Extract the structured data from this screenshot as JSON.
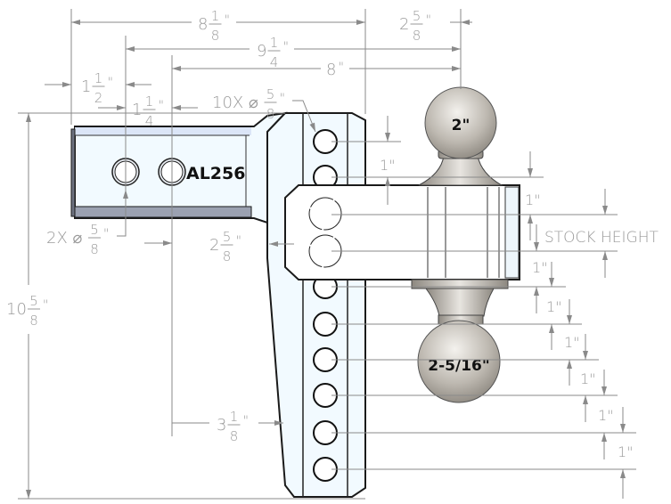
{
  "part_label": "AL256",
  "balls": {
    "top": "2\"",
    "bottom": "2-5/16\""
  },
  "stock_height_label": "STOCK HEIGHT",
  "dims": {
    "overall_length": {
      "whole": "8",
      "num": "1",
      "den": "8",
      "unit": "\""
    },
    "ball_offset": {
      "whole": "2",
      "num": "5",
      "den": "8",
      "unit": "\""
    },
    "hole1_to_ball": {
      "whole": "9",
      "num": "1",
      "den": "4",
      "unit": "\""
    },
    "hole2_to_ball": {
      "whole": "8",
      "num": "",
      "den": "",
      "unit": "\""
    },
    "end_to_hole1": {
      "whole": "1",
      "num": "1",
      "den": "2",
      "unit": "\""
    },
    "hole_spacing": {
      "whole": "1",
      "num": "1",
      "den": "4",
      "unit": "\""
    },
    "hole2_to_upright": {
      "whole": "2",
      "num": "5",
      "den": "8",
      "unit": "\""
    },
    "hole2_to_bottom": {
      "whole": "3",
      "num": "1",
      "den": "8",
      "unit": "\""
    },
    "overall_height": {
      "whole": "10",
      "num": "5",
      "den": "8",
      "unit": "\""
    },
    "upright_holes": {
      "whole": "10X ⌀",
      "num": "5",
      "den": "8",
      "unit": "\""
    },
    "shank_holes": {
      "whole": "2X ⌀",
      "num": "5",
      "den": "8",
      "unit": "\""
    }
  },
  "spacing_labels": [
    "1\"",
    "1\"",
    "1\"",
    "1\"",
    "1\"",
    "1\"",
    "1\"",
    "1\""
  ],
  "colors": {
    "shank_face": "#f2faff",
    "shank_top": "#dbe5f7",
    "shank_bottom": "#9ba1b1",
    "dim_line": "#8a8a8a"
  }
}
